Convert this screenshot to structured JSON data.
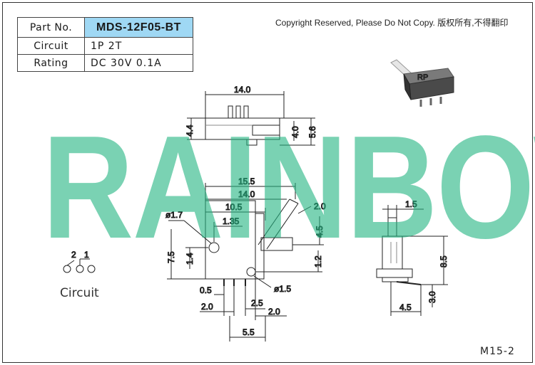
{
  "spec_table": {
    "part_no_label": "Part No.",
    "part_no_value": "MDS-12F05-BT",
    "circuit_label": "Circuit",
    "circuit_value": "1P 2T",
    "rating_label": "Rating",
    "rating_value": "DC 30V 0.1A"
  },
  "copyright": "Copyright Reserved, Please Do Not Copy. 版权所有,不得翻印",
  "product_mark": "RP",
  "watermark": "RAINBOW",
  "model_code": "M15-2",
  "circuit": {
    "label": "Circuit",
    "pin_2": "2",
    "pin_1": "1"
  },
  "dims_top": {
    "width": "14.0",
    "height_left": "4.4",
    "height_right_a": "4.0",
    "height_right_b": "5.6"
  },
  "dims_main": {
    "w1": "15.5",
    "w2": "14.0",
    "w3": "10.5",
    "w4": "1.35",
    "hole": "ø1.7",
    "lever_gap": "2.0",
    "lever_h": "4.5",
    "h_total": "7.5",
    "h_hole": "1.4",
    "h_right": "1.2",
    "pin_w": "0.5",
    "pin_dot": "ø1.5",
    "p1": "2.0",
    "p2": "2.5",
    "p3": "2.0",
    "span": "5.5"
  },
  "dims_side": {
    "top_w": "1.5",
    "body_h": "8.5",
    "base_w": "4.5",
    "pin_h": "3.0"
  },
  "colors": {
    "watermark": "#22b582",
    "part_no_bg": "#9fd8f4"
  }
}
